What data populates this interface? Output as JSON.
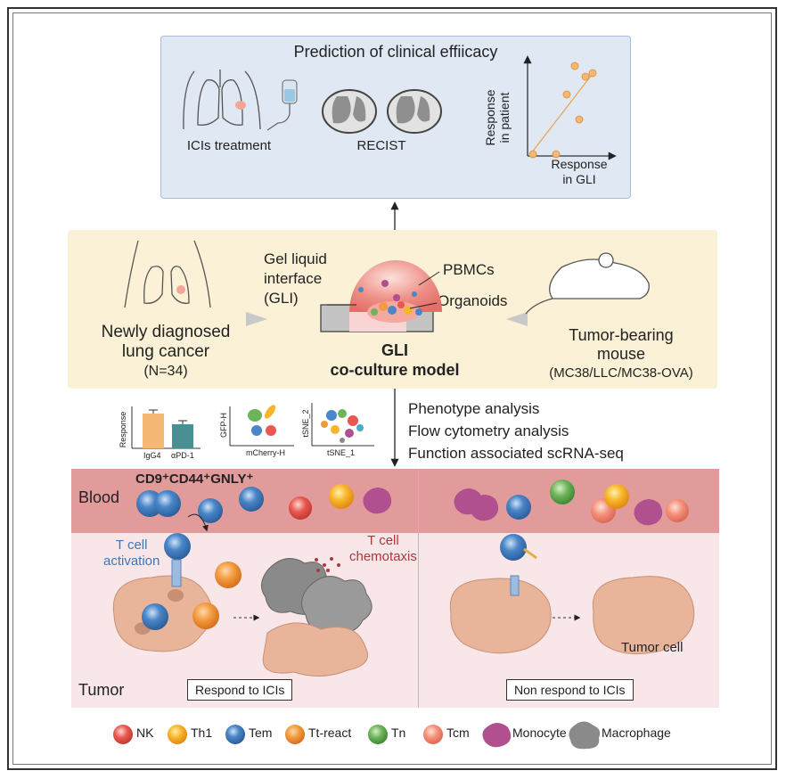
{
  "top_panel": {
    "title": "Prediction of clinical effiicacy",
    "icis_label": "ICIs treatment",
    "recist_label": "RECIST",
    "y_axis_label_line1": "Response",
    "y_axis_label_line2": "in patient",
    "x_axis_label_line1": "Response",
    "x_axis_label_line2": "in GLI"
  },
  "mid_panel": {
    "patient_line1": "Newly diagnosed",
    "patient_line2": "lung cancer",
    "patient_n": "(N=34)",
    "gel_line1": "Gel liquid",
    "gel_line2": "interface",
    "gel_line3": "(GLI)",
    "pbmcs": "PBMCs",
    "organoids": "Organoids",
    "gli_title": "GLI",
    "gli_subtitle": "co-culture model",
    "mouse_line1": "Tumor-bearing",
    "mouse_line2": "mouse",
    "mouse_models": "(MC38/LLC/MC38-OVA)"
  },
  "analysis": {
    "items": [
      "Phenotype analysis",
      "Flow cytometry analysis",
      "Function associated scRNA-seq"
    ],
    "bar_ylabel": "Response",
    "bar_cat1": "IgG4",
    "bar_cat2": "αPD-1",
    "flow_y": "GFP-H",
    "flow_x": "mCherry-H",
    "tsne_y": "tSNE_2",
    "tsne_x": "tSNE_1"
  },
  "bottom": {
    "marker_label": "CD9⁺CD44⁺GNLY⁺",
    "blood_label": "Blood",
    "tumor_label": "Tumor",
    "tcell_act1": "T cell",
    "tcell_act2": "activation",
    "chemo1": "T cell",
    "chemo2": "chemotaxis",
    "tumor_cell": "Tumor cell",
    "respond": "Respond to ICIs",
    "non_respond": "Non respond to ICIs"
  },
  "legend": [
    {
      "label": "NK",
      "color": "#e8584f"
    },
    {
      "label": "Th1",
      "color": "#f7b52b"
    },
    {
      "label": "Tem",
      "color": "#4a86c8"
    },
    {
      "label": "Tt-react",
      "color": "#f29a3d"
    },
    {
      "label": "Tn",
      "color": "#6db35a"
    },
    {
      "label": "Tcm",
      "color": "#f4907a"
    },
    {
      "label": "Monocyte",
      "color": "#b0508e"
    },
    {
      "label": "Macrophage",
      "color": "#8a8a8a"
    }
  ]
}
